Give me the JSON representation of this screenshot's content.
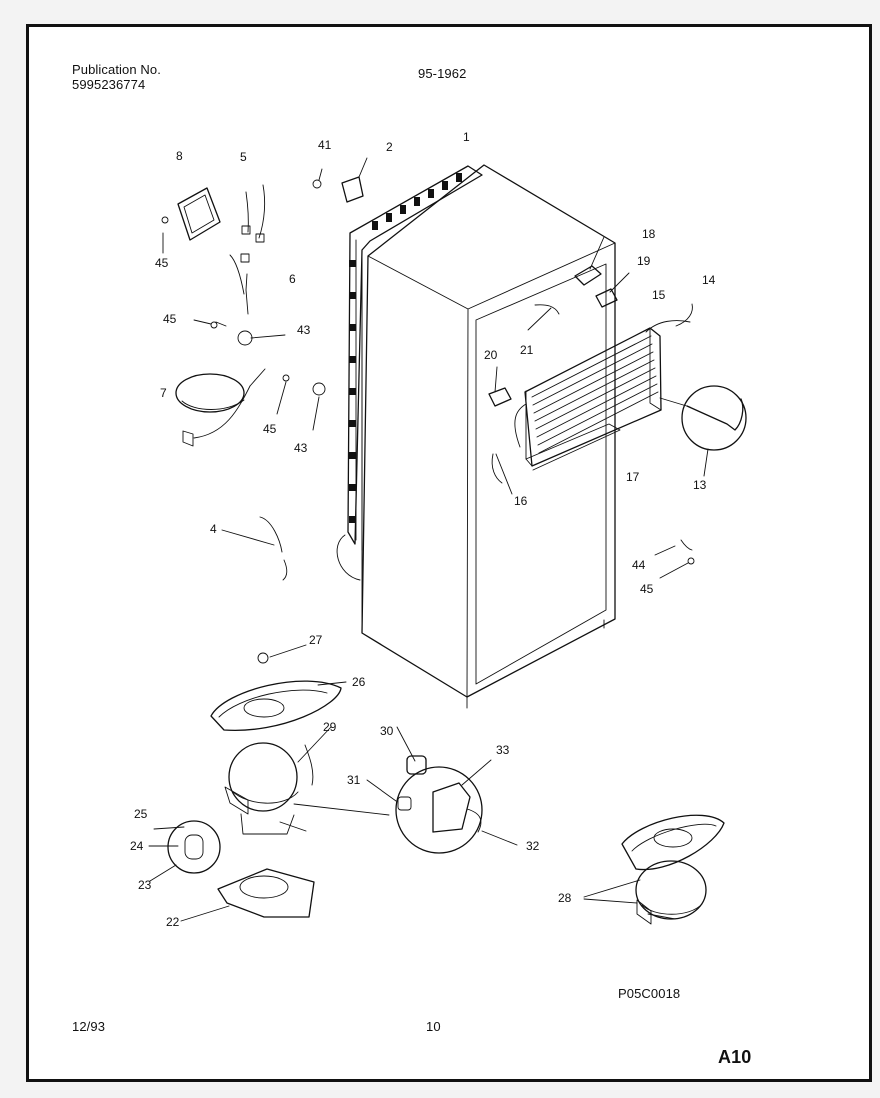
{
  "header": {
    "publication_label": "Publication No.",
    "publication_number": "5995236774",
    "document_code": "95-1962"
  },
  "footer": {
    "date": "12/93",
    "page_number": "10",
    "drawing_code": "P05C0018",
    "page_mark": "A10"
  },
  "callouts": {
    "1": "1",
    "2": "2",
    "4": "4",
    "5": "5",
    "6": "6",
    "7": "7",
    "8": "8",
    "13": "13",
    "14": "14",
    "15": "15",
    "16": "16",
    "17": "17",
    "18": "18",
    "19": "19",
    "20": "20",
    "21": "21",
    "22": "22",
    "23": "23",
    "24": "24",
    "25": "25",
    "26": "26",
    "27": "27",
    "28": "28",
    "29": "29",
    "30": "30",
    "31": "31",
    "32": "32",
    "33": "33",
    "41": "41",
    "43": "43",
    "44": "44",
    "45": "45"
  }
}
